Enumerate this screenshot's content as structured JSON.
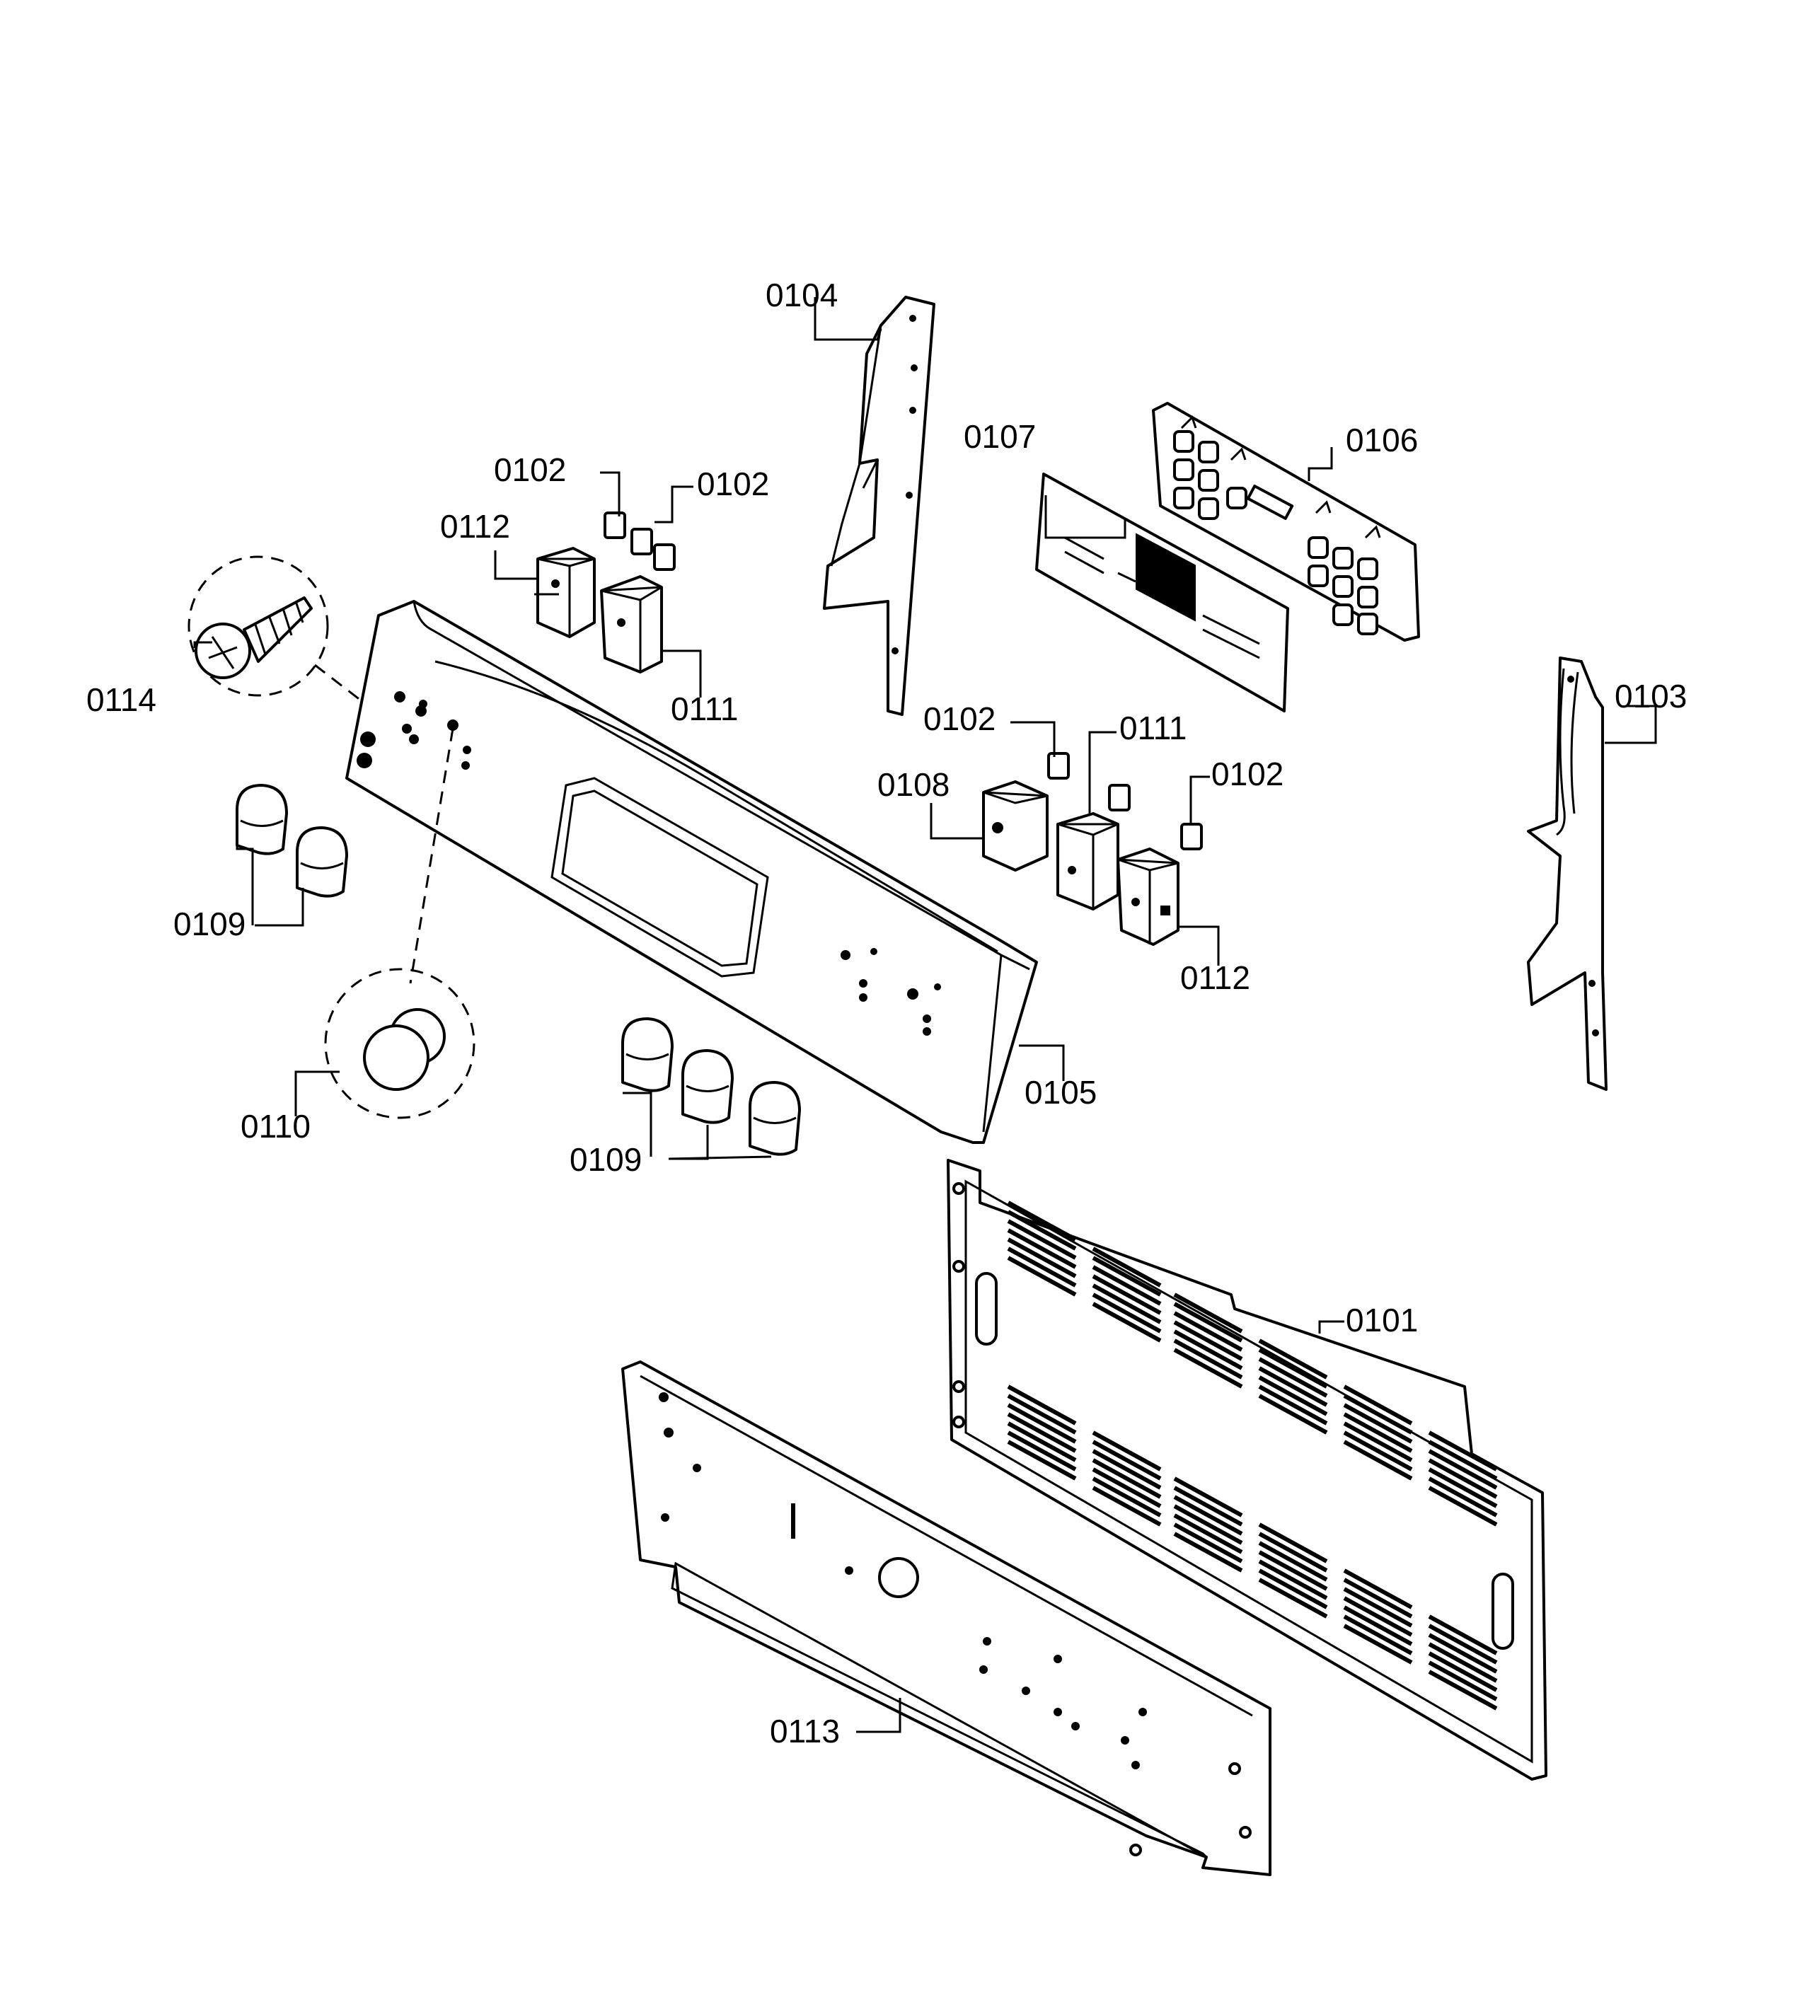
{
  "diagram": {
    "labels": {
      "p0101": "0101",
      "p0102a": "0102",
      "p0102b": "0102",
      "p0102c": "0102",
      "p0102d": "0102",
      "p0103": "0103",
      "p0104": "0104",
      "p0105": "0105",
      "p0106": "0106",
      "p0107": "0107",
      "p0108": "0108",
      "p0109a": "0109",
      "p0109b": "0109",
      "p0110": "0110",
      "p0111a": "0111",
      "p0111b": "0111",
      "p0112a": "0112",
      "p0112b": "0112",
      "p0113": "0113",
      "p0114": "0114"
    }
  }
}
